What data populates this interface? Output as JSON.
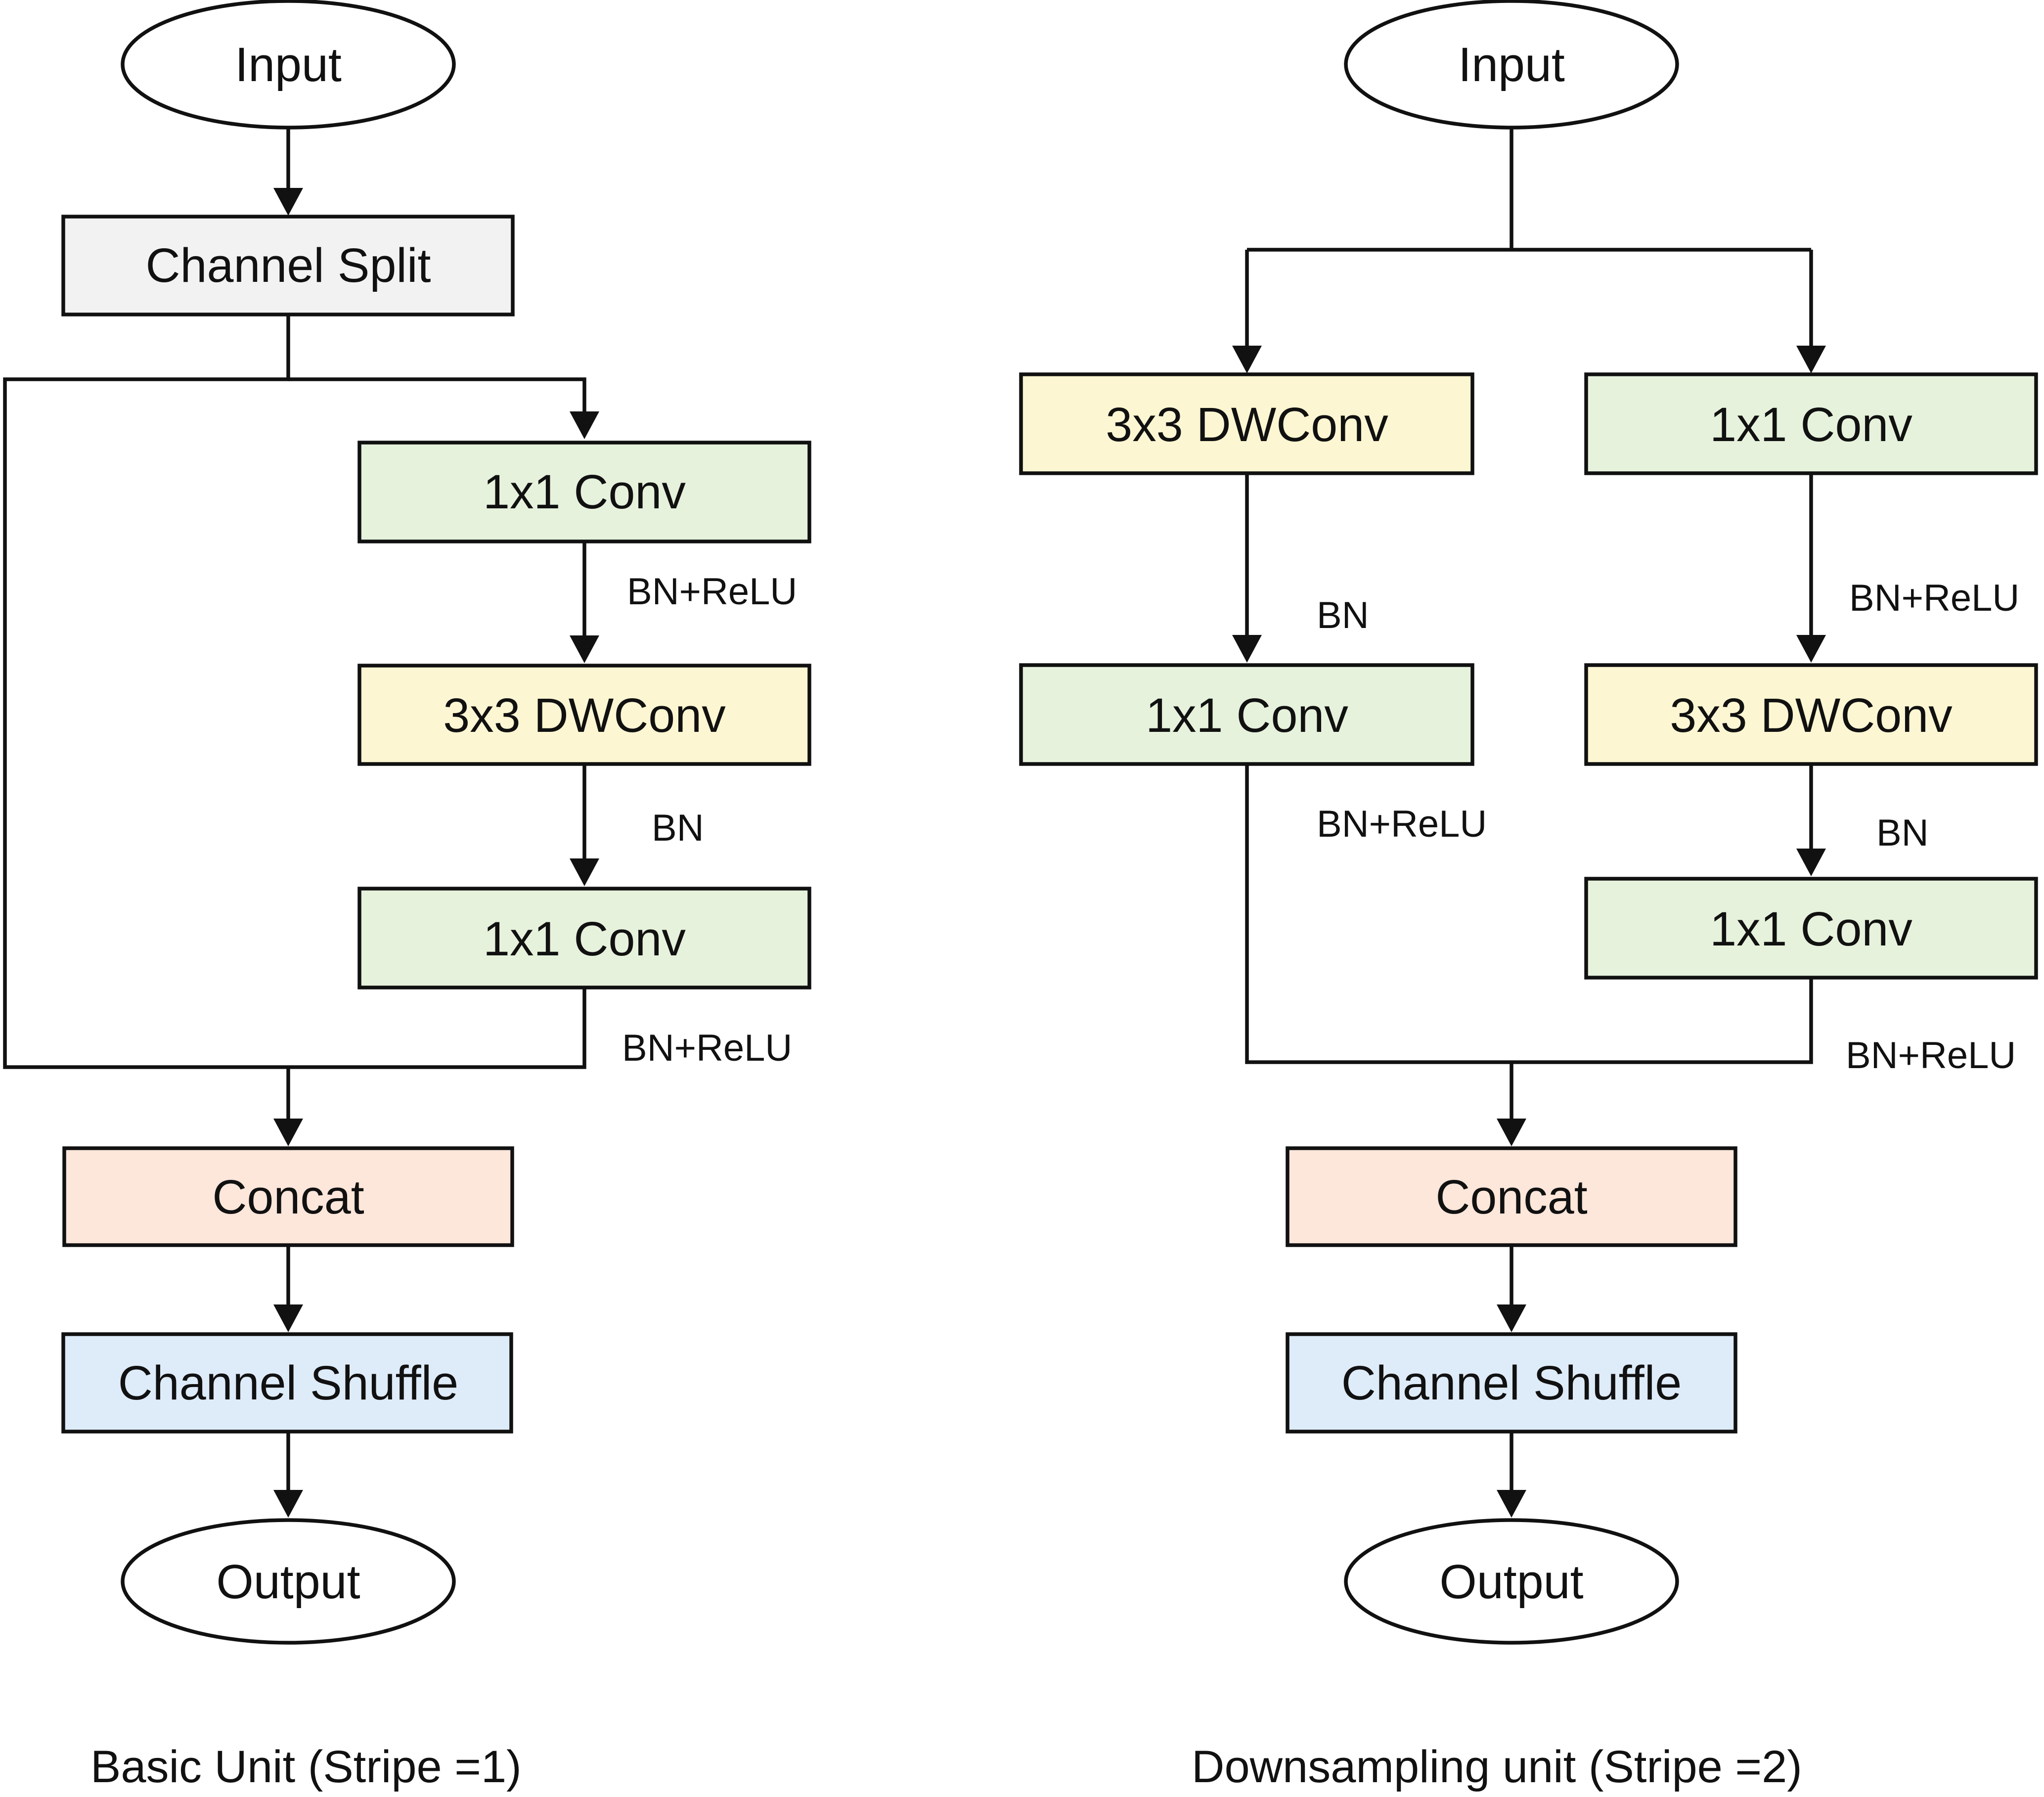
{
  "colors": {
    "split": "#f2f2f2",
    "conv1x1": "#e6f2dc",
    "dwconv": "#fdf6d2",
    "concat": "#fde6da",
    "shuffle": "#deebf9",
    "stroke": "#111111"
  },
  "basic_unit": {
    "caption": "Basic Unit (Stripe =1)",
    "input": "Input",
    "channel_split": "Channel Split",
    "conv_1": "1x1 Conv",
    "label_1": "BN+ReLU",
    "dwconv": "3x3 DWConv",
    "label_2": "BN",
    "conv_2": "1x1 Conv",
    "label_3": "BN+ReLU",
    "concat": "Concat",
    "channel_shuffle": "Channel Shuffle",
    "output": "Output"
  },
  "downsampling_unit": {
    "caption": "Downsampling unit (Stripe =2)",
    "input": "Input",
    "left_dwconv": "3x3 DWConv",
    "left_label_1": "BN",
    "left_conv": "1x1 Conv",
    "left_label_2": "BN+ReLU",
    "right_conv_1": "1x1 Conv",
    "right_label_1": "BN+ReLU",
    "right_dwconv": "3x3 DWConv",
    "right_label_2": "BN",
    "right_conv_2": "1x1 Conv",
    "right_label_3": "BN+ReLU",
    "concat": "Concat",
    "channel_shuffle": "Channel Shuffle",
    "output": "Output"
  }
}
